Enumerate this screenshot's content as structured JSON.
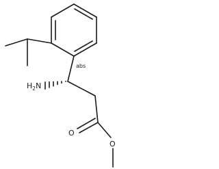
{
  "molecule": {
    "atoms": {
      "amine_element": "H",
      "amine_subscript": "2",
      "amine_tail": "N",
      "carbonyl_oxygen": "O",
      "ester_oxygen": "O"
    },
    "stereo_label": "abs",
    "colors": {
      "bond": "#1a1a1a",
      "text": "#1a1a1a",
      "background": "#ffffff"
    }
  }
}
